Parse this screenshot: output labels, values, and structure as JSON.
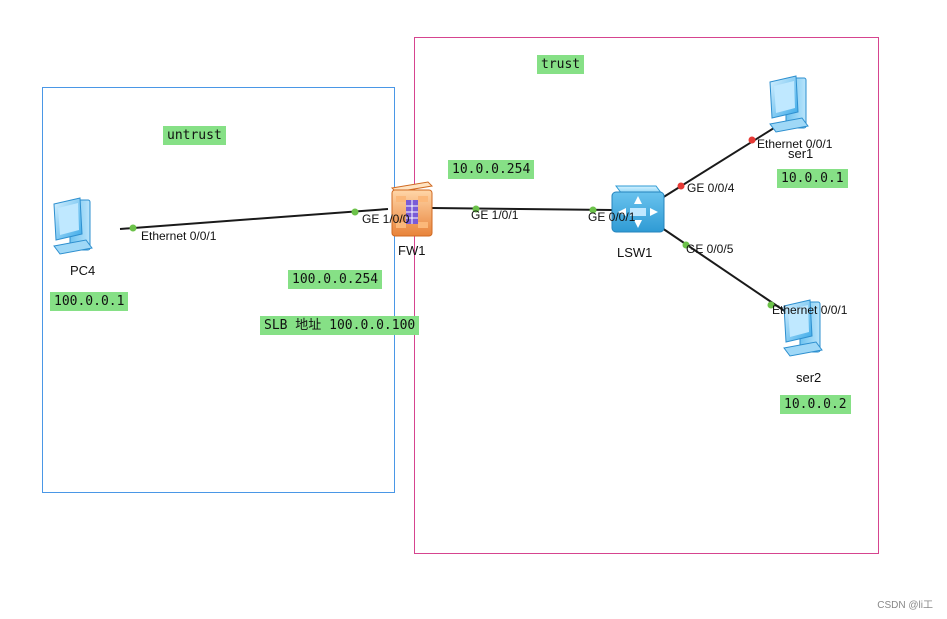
{
  "zones": {
    "untrust": {
      "label": "untrust",
      "color": "#4a97e6"
    },
    "trust": {
      "label": "trust",
      "color": "#d6448f"
    }
  },
  "devices": {
    "pc4": {
      "name": "PC4",
      "type": "pc-icon",
      "ip": "100.0.0.1"
    },
    "fw1": {
      "name": "FW1",
      "type": "firewall-icon"
    },
    "lsw1": {
      "name": "LSW1",
      "type": "switch-icon"
    },
    "ser1": {
      "name": "ser1",
      "type": "server-icon",
      "ip": "10.0.0.1"
    },
    "ser2": {
      "name": "ser2",
      "type": "server-icon",
      "ip": "10.0.0.2"
    }
  },
  "ports": {
    "pc4_eth": "Ethernet 0/0/1",
    "fw1_ge100": "GE 1/0/0",
    "fw1_ge101": "GE 1/0/1",
    "lsw1_ge001": "GE 0/0/1",
    "lsw1_ge004": "GE 0/0/4",
    "lsw1_ge005": "GE 0/0/5",
    "ser1_eth": "Ethernet 0/0/1",
    "ser2_eth": "Ethernet 0/0/1"
  },
  "addresses": {
    "fw_untrust": "100.0.0.254",
    "fw_trust": "10.0.0.254",
    "slb": "SLB 地址 100.0.0.100"
  },
  "colors": {
    "link": "#1a1a1a",
    "port_up": "#6cc24a",
    "port_down": "#e53935",
    "tag_bg": "#86e086"
  },
  "watermark": "CSDN @li工"
}
